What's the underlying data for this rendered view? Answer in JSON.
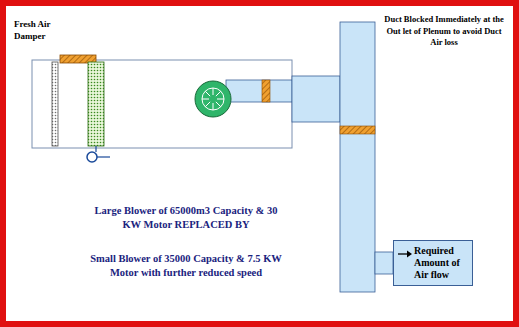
{
  "diagram": {
    "nodes": [
      {
        "text": [
          "Required Amount of Air flow"
        ]
      }
    ],
    "labels": [
      "Fresh Air Damper",
      "Duct Blocked Immediately at the Out let of Plenum to avoid Duct Air loss",
      "Large Blower of 65000m3 Capacity & 30 KW Motor REPLACED BY",
      "Small Blower of 35000 Capacity & 7.5 KW Motor with further reduced speed"
    ]
  }
}
